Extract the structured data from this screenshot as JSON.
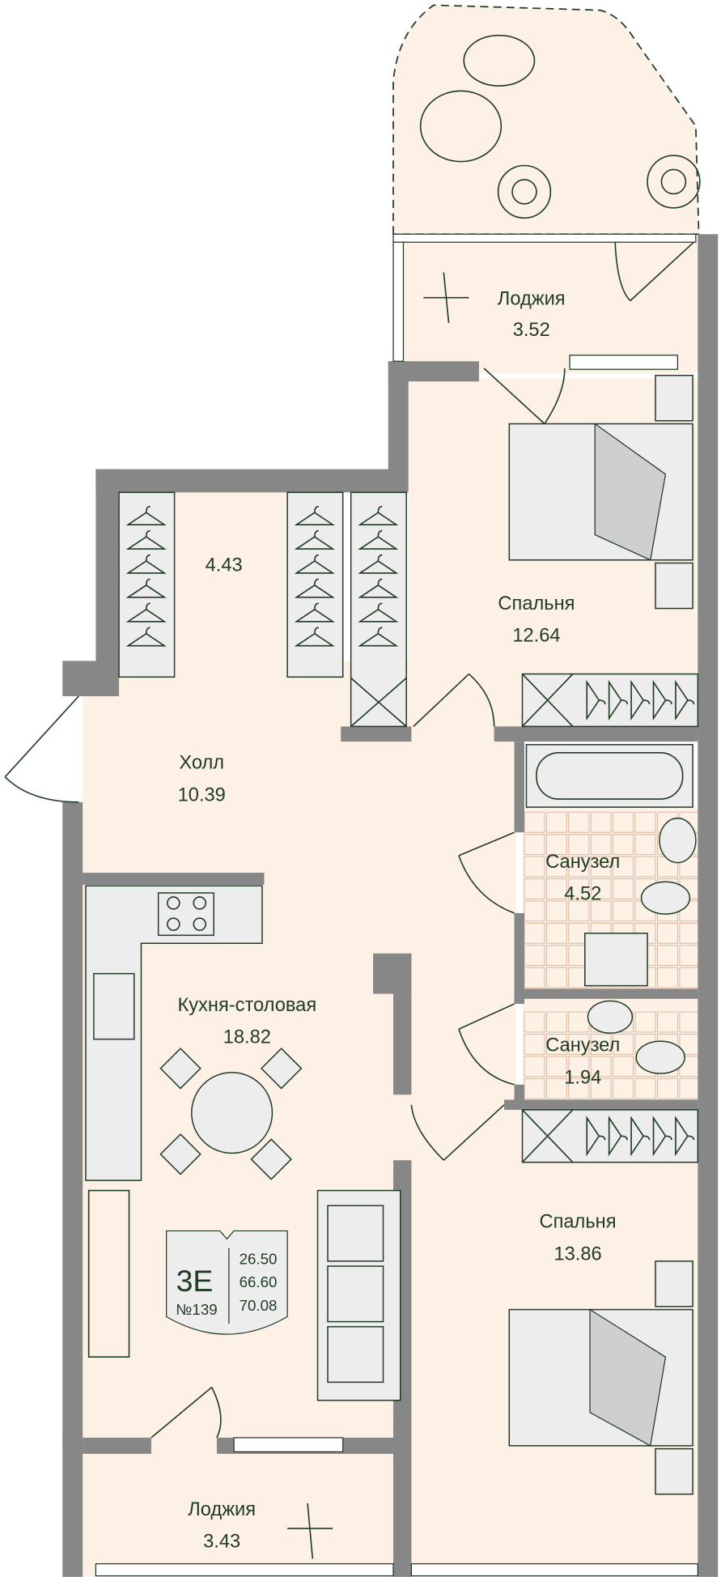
{
  "plan": {
    "rooms": [
      {
        "id": "loggia-top",
        "name": "Лоджия",
        "area": "3.52"
      },
      {
        "id": "wardrobe",
        "name": "",
        "area": "4.43"
      },
      {
        "id": "bedroom-1",
        "name": "Спальня",
        "area": "12.64"
      },
      {
        "id": "hall",
        "name": "Холл",
        "area": "10.39"
      },
      {
        "id": "bathroom-1",
        "name": "Санузел",
        "area": "4.52"
      },
      {
        "id": "kitchen",
        "name": "Кухня-столовая",
        "area": "18.82"
      },
      {
        "id": "bathroom-2",
        "name": "Санузел",
        "area": "1.94"
      },
      {
        "id": "bedroom-2",
        "name": "Спальня",
        "area": "13.86"
      },
      {
        "id": "loggia-bottom",
        "name": "Лоджия",
        "area": "3.43"
      }
    ],
    "badge": {
      "type": "3E",
      "number": "№139",
      "areas": [
        "26.50",
        "66.60",
        "70.08"
      ]
    },
    "colors": {
      "floor": "#fdf1e6",
      "wall": "#878787",
      "ink": "#1f3a25",
      "furniture": "#ededed"
    }
  }
}
